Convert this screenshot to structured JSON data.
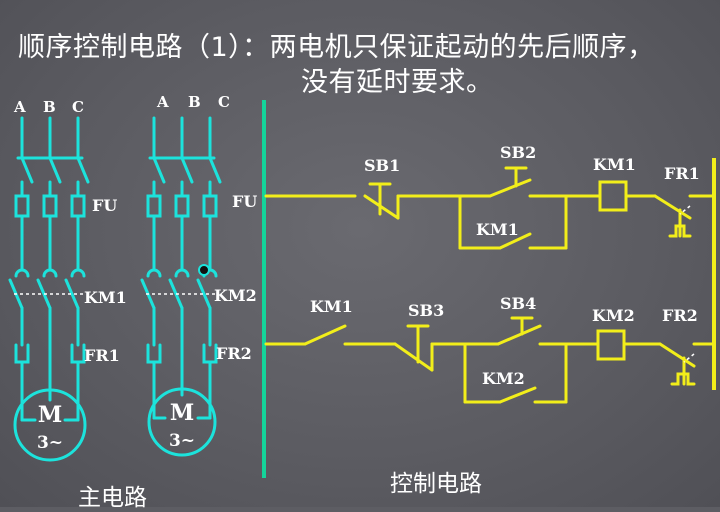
{
  "title": {
    "line1": "顺序控制电路（1）：两电机只保证起动的先后顺序，",
    "line2": "没有延时要求。"
  },
  "main_circuit": {
    "caption": "主电路",
    "motor1": {
      "phases": [
        "A",
        "B",
        "C"
      ],
      "fuse": "FU",
      "contactor": "KM1",
      "relay": "FR1",
      "motor": "M",
      "motor_sub": "3~"
    },
    "motor2": {
      "phases": [
        "A",
        "B",
        "C"
      ],
      "fuse": "FU",
      "contactor": "KM2",
      "relay": "FR2",
      "motor": "M",
      "motor_sub": "3~"
    }
  },
  "control_circuit": {
    "caption": "控制电路",
    "rung1": {
      "stop": "SB1",
      "start": "SB2",
      "hold": "KM1",
      "coil": "KM1",
      "overload": "FR1"
    },
    "rung2": {
      "interlock": "KM1",
      "stop": "SB3",
      "start": "SB4",
      "hold": "KM2",
      "coil": "KM2",
      "overload": "FR2"
    }
  },
  "colors": {
    "background": "#5d5d63",
    "main_wire": "#1ce3dc",
    "control_wire": "#f2ee1a",
    "rail": "#14d49a",
    "text": "#ffffff"
  }
}
